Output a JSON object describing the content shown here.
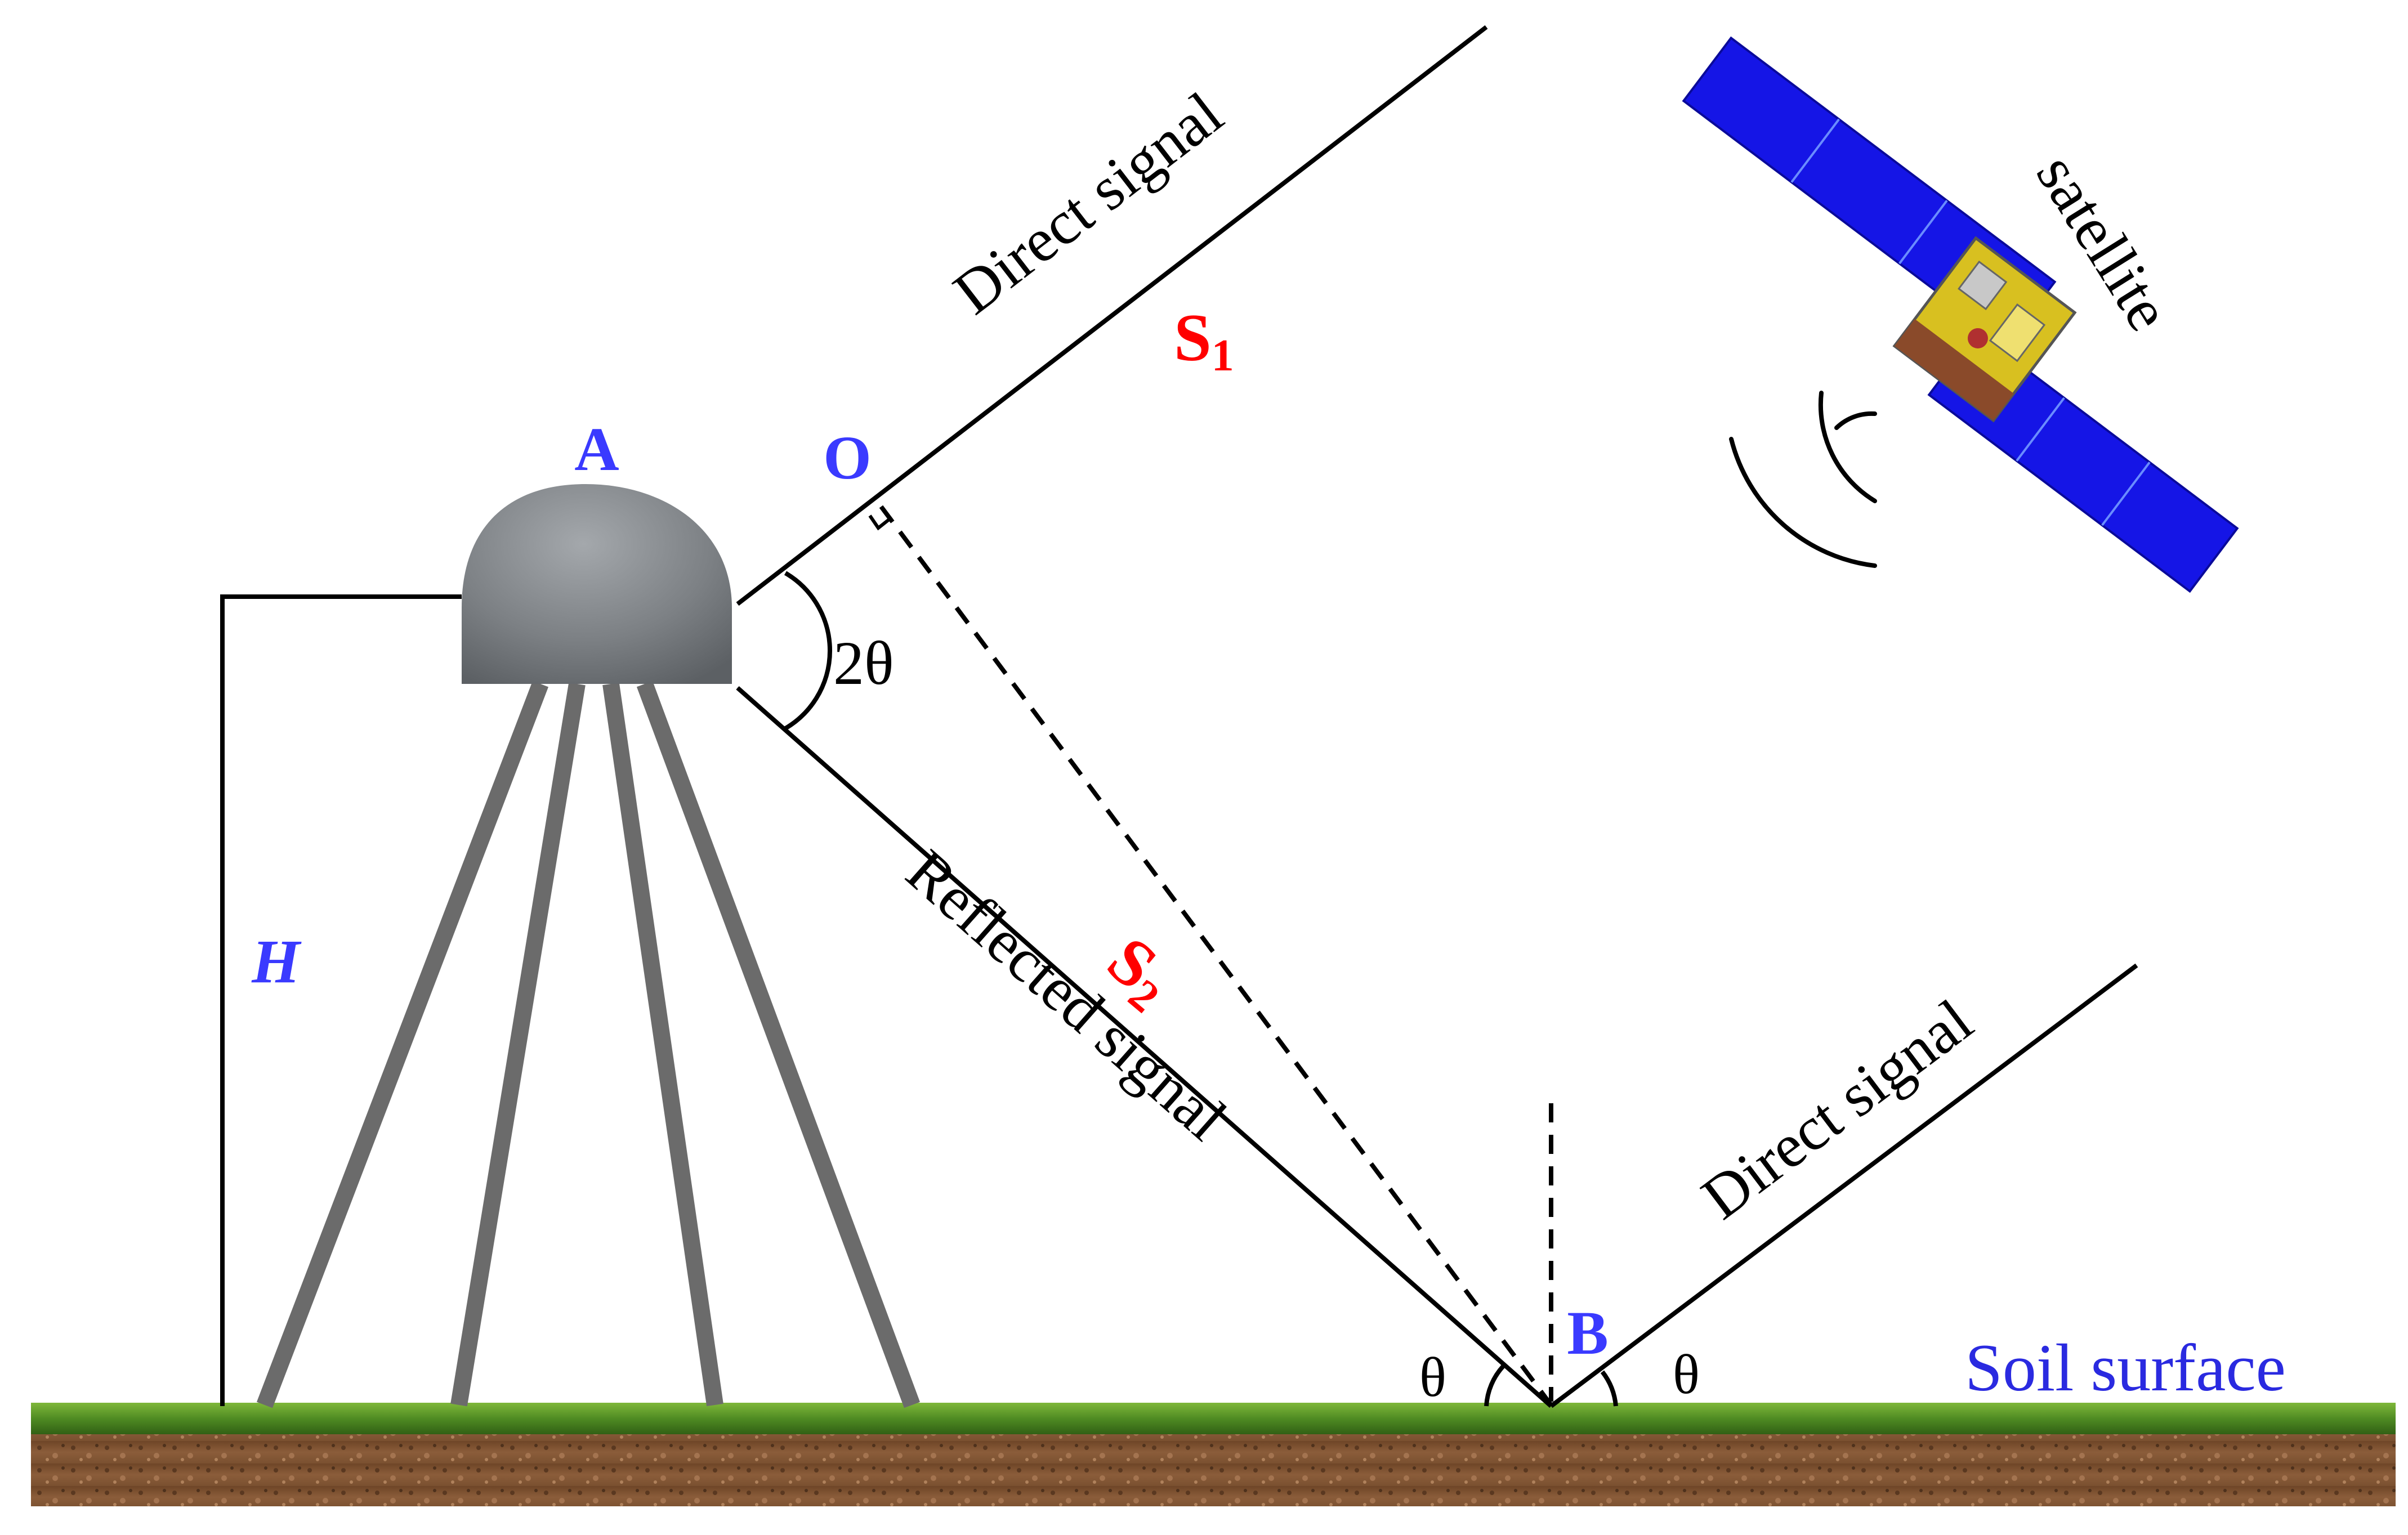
{
  "labels": {
    "point_a": "A",
    "point_o": "O",
    "point_b": "B",
    "height": "H",
    "angle_2theta": "2θ",
    "theta_left": "θ",
    "theta_right": "θ",
    "s1_letter": "S",
    "s1_sub": "1",
    "s2_letter": "S",
    "s2_sub": "2",
    "direct_signal_top": "Direct signal",
    "direct_signal_bottom": "Direct signal",
    "reflected_signal": "Reflected signal",
    "satellite": "satellite",
    "soil_surface": "Soil surface"
  },
  "colors": {
    "point_labels": "#3a3aff",
    "path_labels": "#ff0000",
    "soil_surface_label": "#2a2ae0",
    "lines": "#000000",
    "antenna": "#7a7e82",
    "tripod_legs": "#6b6b6b",
    "grass": "#5f9c2a",
    "soil": "#8a5a35",
    "solar_panel": "#1515e6",
    "satellite_body": "#d8c020"
  }
}
